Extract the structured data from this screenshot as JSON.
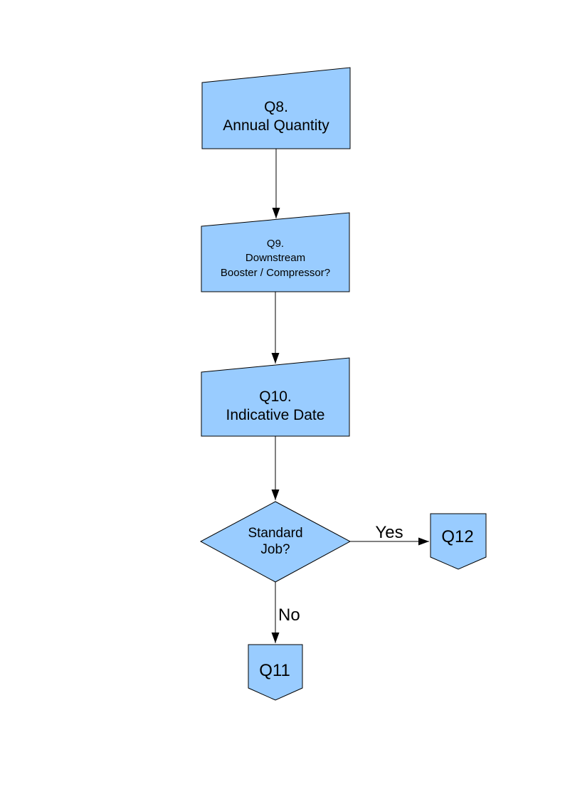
{
  "page": {
    "background_color": "#ffffff"
  },
  "colors": {
    "node_fill": "#99CCFF",
    "node_stroke": "#000000",
    "connector_color": "#000000",
    "text_color": "#000000"
  },
  "flowchart": {
    "nodes": {
      "q8": {
        "shape": "manual-input",
        "lines": [
          "Q8.",
          "Annual Quantity"
        ]
      },
      "q9": {
        "shape": "manual-input",
        "lines": [
          "Q9.",
          "Downstream",
          "Booster / Compressor?"
        ]
      },
      "q10": {
        "shape": "manual-input",
        "lines": [
          "Q10.",
          "Indicative Date"
        ]
      },
      "standard_job": {
        "shape": "decision",
        "lines": [
          "Standard",
          "Job?"
        ]
      },
      "q12": {
        "shape": "off-page-connector",
        "lines": [
          "Q12"
        ]
      },
      "q11": {
        "shape": "off-page-connector",
        "lines": [
          "Q11"
        ]
      }
    },
    "edges": [
      {
        "from": "q8",
        "to": "q9",
        "label": ""
      },
      {
        "from": "q9",
        "to": "q10",
        "label": ""
      },
      {
        "from": "q10",
        "to": "standard_job",
        "label": ""
      },
      {
        "from": "standard_job",
        "to": "q12",
        "label": "Yes"
      },
      {
        "from": "standard_job",
        "to": "q11",
        "label": "No"
      }
    ]
  }
}
